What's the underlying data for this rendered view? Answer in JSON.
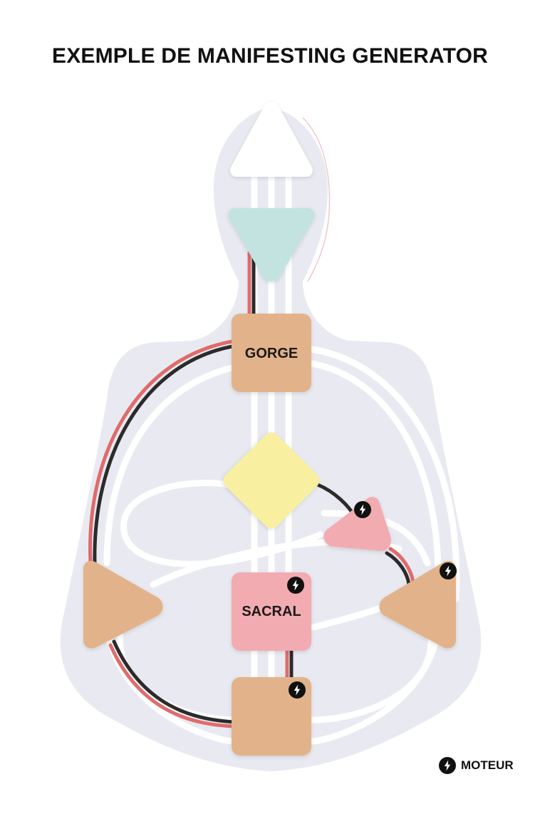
{
  "title": "EXEMPLE DE MANIFESTING GENERATOR",
  "centers": {
    "gorge": "GORGE",
    "sacral": "SACRAL"
  },
  "legend": {
    "icon": "lightning-bolt-icon",
    "label": "MOTEUR"
  },
  "colors": {
    "body": "#e9eaf1",
    "channel_open": "#ffffff",
    "defined_red": "#e06b6b",
    "defined_black": "#2b2b2b",
    "center_orange": "#e2b38a",
    "center_pink": "#f2acb1",
    "center_yellow": "#f8f0a0",
    "center_teal": "#c3e3e1",
    "center_white": "#ffffff"
  }
}
